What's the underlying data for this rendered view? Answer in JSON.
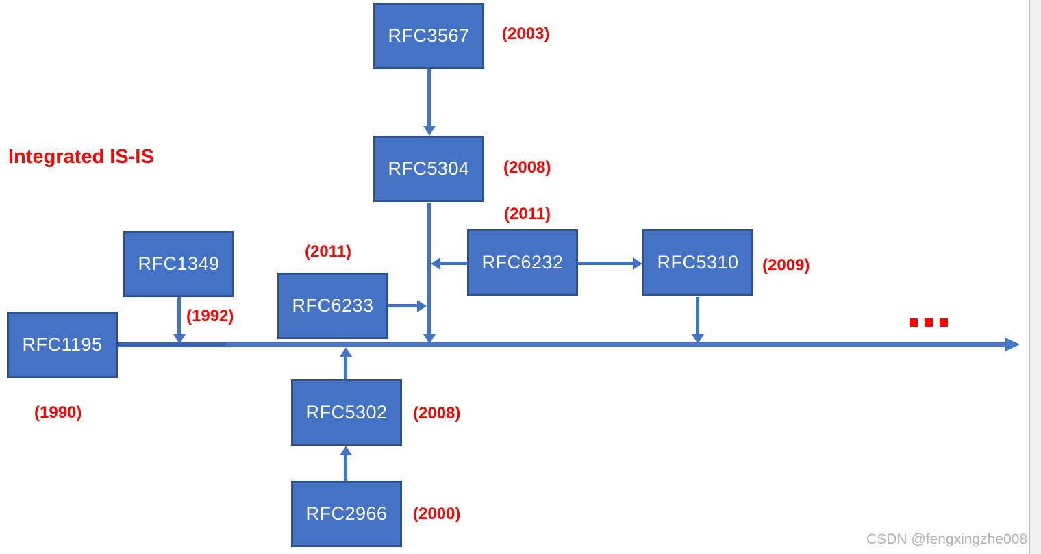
{
  "title": "Integrated IS-IS",
  "watermark": "CSDN @fengxingzhe008",
  "ellipsis": "...",
  "colors": {
    "box_fill": "#4472C4",
    "box_border": "#2F528F",
    "arrow_blue": "#4472C4",
    "timeline_dark": "#3A62AE",
    "timeline_light": "#4777CA",
    "label_red": "#FF0000"
  },
  "nodes": [
    {
      "id": "RFC3567",
      "label": "RFC3567",
      "year": "(2003)"
    },
    {
      "id": "RFC5304",
      "label": "RFC5304",
      "year": "(2008)"
    },
    {
      "id": "RFC1349",
      "label": "RFC1349",
      "year": "(1992)"
    },
    {
      "id": "RFC6233",
      "label": "RFC6233",
      "year": "(2011)"
    },
    {
      "id": "RFC6232",
      "label": "RFC6232",
      "year": "(2011)"
    },
    {
      "id": "RFC5310",
      "label": "RFC5310",
      "year": "(2009)"
    },
    {
      "id": "RFC1195",
      "label": "RFC1195",
      "year": "(1990)"
    },
    {
      "id": "RFC5302",
      "label": "RFC5302",
      "year": "(2008)"
    },
    {
      "id": "RFC2966",
      "label": "RFC2966",
      "year": "(2000)"
    }
  ],
  "edges": [
    {
      "from": "RFC3567",
      "to": "RFC5304",
      "direction": "down"
    },
    {
      "from": "RFC5304",
      "to": "timeline",
      "direction": "down"
    },
    {
      "from": "RFC1349",
      "to": "timeline",
      "direction": "down"
    },
    {
      "from": "RFC6233",
      "to": "RFC5304-timeline-connector",
      "direction": "right"
    },
    {
      "from": "RFC6232",
      "to": "RFC5304-timeline-connector",
      "direction": "left"
    },
    {
      "from": "RFC6232",
      "to": "RFC5310",
      "direction": "right"
    },
    {
      "from": "RFC5310",
      "to": "timeline",
      "direction": "down"
    },
    {
      "from": "RFC5302",
      "to": "timeline",
      "direction": "up"
    },
    {
      "from": "RFC2966",
      "to": "RFC5302",
      "direction": "up"
    }
  ]
}
